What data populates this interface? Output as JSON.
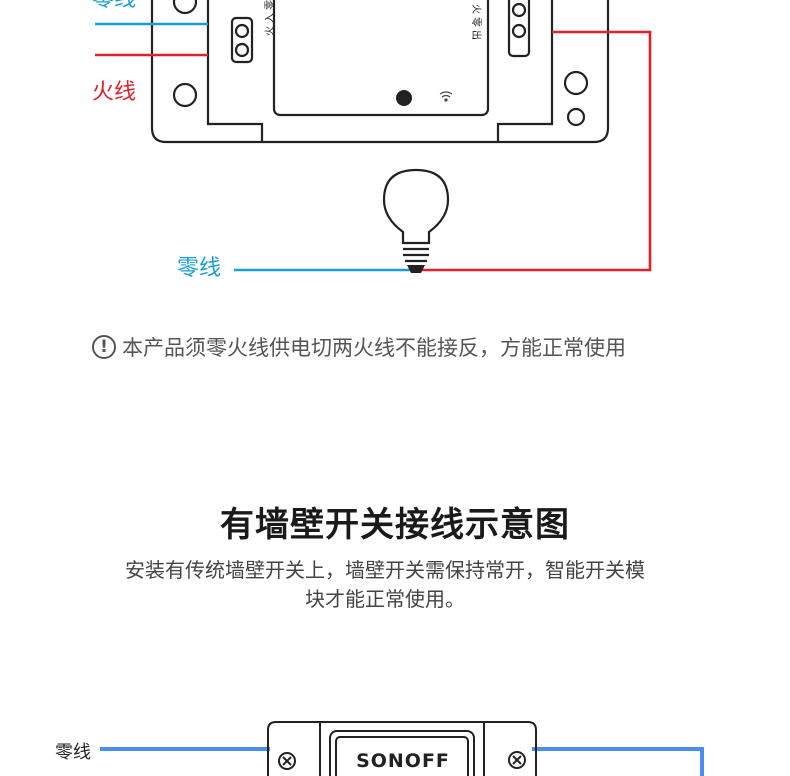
{
  "top_diagram": {
    "label_neutral_top": "零线",
    "label_live_left": "火线",
    "label_neutral_bottom": "零线",
    "device_input_label": "火入零",
    "device_output_label": "火零出"
  },
  "notice": {
    "icon": "exclamation-circle-icon",
    "text": "本产品须零火线供电切两火线不能接反，方能正常使用"
  },
  "section": {
    "title": "有墙壁开关接线示意图",
    "description": "安装有传统墙壁开关上，墙壁开关需保持常开，智能开关模块才能正常使用。"
  },
  "bottom_diagram": {
    "label_neutral": "零线",
    "brand": "SONOFF"
  },
  "colors": {
    "neutral_wire": "#1a9ed9",
    "live_wire": "#e0202a",
    "bottom_neutral_wire": "#4a8ef0",
    "outline": "#222222"
  }
}
